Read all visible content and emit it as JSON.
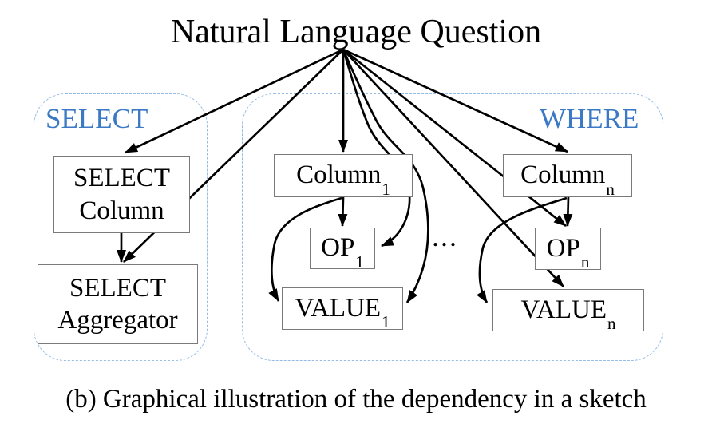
{
  "title": "Natural Language Question",
  "caption": "(b) Graphical illustration of the dependency in a sketch",
  "ellipsis": "...",
  "groups": {
    "select": {
      "label": "SELECT"
    },
    "where": {
      "label": "WHERE"
    }
  },
  "nodes": {
    "select_column": {
      "line1": "SELECT",
      "line2": "Column"
    },
    "select_aggregator": {
      "line1": "SELECT",
      "line2": "Aggregator"
    },
    "column_1": {
      "label": "Column",
      "sub": "1"
    },
    "op_1": {
      "label": "OP",
      "sub": "1"
    },
    "value_1": {
      "label": "VALUE",
      "sub": "1"
    },
    "column_n": {
      "label": "Column",
      "sub": "n"
    },
    "op_n": {
      "label": "OP",
      "sub": "n"
    },
    "value_n": {
      "label": "VALUE",
      "sub": "n"
    }
  },
  "edges": [
    {
      "from": "Natural Language Question",
      "to": "SELECT Column"
    },
    {
      "from": "Natural Language Question",
      "to": "SELECT Aggregator"
    },
    {
      "from": "Natural Language Question",
      "to": "Column_1"
    },
    {
      "from": "Natural Language Question",
      "to": "OP_1"
    },
    {
      "from": "Natural Language Question",
      "to": "VALUE_1"
    },
    {
      "from": "Natural Language Question",
      "to": "Column_n"
    },
    {
      "from": "Natural Language Question",
      "to": "OP_n"
    },
    {
      "from": "Natural Language Question",
      "to": "VALUE_n"
    },
    {
      "from": "SELECT Column",
      "to": "SELECT Aggregator"
    },
    {
      "from": "Column_1",
      "to": "OP_1"
    },
    {
      "from": "Column_1",
      "to": "VALUE_1"
    },
    {
      "from": "Column_n",
      "to": "OP_n"
    },
    {
      "from": "Column_n",
      "to": "VALUE_n"
    }
  ],
  "colors": {
    "accent_blue": "#3b79c4",
    "dashed_border_blue": "#96bce6",
    "box_border_gray": "#7a7a7a",
    "arrow_black": "#000000"
  }
}
